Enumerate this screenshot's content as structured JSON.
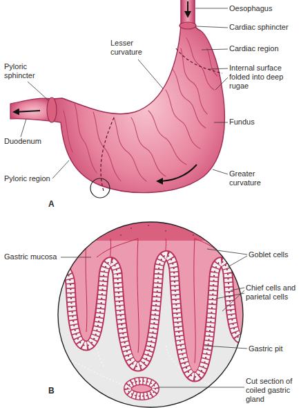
{
  "diagram": {
    "labels": [
      "Oesophagus",
      "Cardiac sphincter",
      "Pyloric sphincter",
      "Lesser curvature",
      "Cardiac region",
      "Internal surface folded into deep rugae",
      "Fundus",
      "Duodenum",
      "Greater curvature",
      "Pyloric region",
      "A",
      "Gastric mucosa",
      "Goblet cells",
      "Chief cells and parietal cells",
      "Gastric pit",
      "Cut section of coiled gastric gland",
      "B"
    ]
  }
}
